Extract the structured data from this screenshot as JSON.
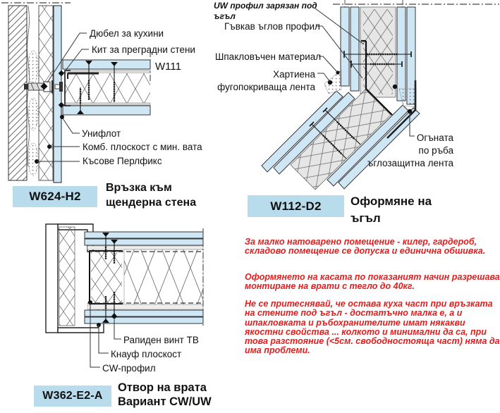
{
  "palette": {
    "board_blue": "#cfe7f5",
    "badge_blue": "#b9dcec",
    "note_red": "#e11d1d",
    "line": "#333333"
  },
  "d1": {
    "code": "W624-H2",
    "title_line1": "Връзка към",
    "title_line2": "щендерна стена",
    "labels": {
      "dowel": "Дюбел за кухини",
      "putty": "Кит за преградни стени",
      "w111": "W111",
      "uniflott": "Унифлот",
      "combo": "Комб. плоскост с мин. вата",
      "perlfix": "Късове Перлфикс"
    }
  },
  "d2": {
    "code": "W112-D2",
    "title_line1": "Оформяне на",
    "title_line2": "ъгъл",
    "labels": {
      "uw_line1": "UW профил зарязан под",
      "uw_line2": "ъгъл",
      "flex": "Гъвкав ъглов профил",
      "spackle": "Шпакловъчен материал",
      "paper_line1": "Хартиена",
      "paper_line2": "фугопокриваща лента",
      "corner_line1": "Огъната",
      "corner_line2": "по ръба",
      "corner_line3": "ъглозащитна лента"
    }
  },
  "d3": {
    "code": "W362-E2-A",
    "title_line1": "Отвор на врата",
    "title_line2": "Вариант CW/UW",
    "labels": {
      "screw": "Рапиден винт ТВ",
      "board": "Кнауф плоскост",
      "cw": "CW-профил"
    }
  },
  "notes": {
    "p1": "За малко натоварено помещение - килер, гардероб, складово помещение се допуска и единична обшивка.",
    "p2": "Оформянето на касата по показаният начин разрешава монтиране на врати с тегло до 40кг.",
    "p3": "Не се притеснявай, че остава куха част при връзката на стените под ъгъл - достатъчно малка е, а и шпакловката и ръбохранителите имат някакви якостни свойства ... колкото и минимални да са, при това разстояние (<5см. свободностояща част) няма да има проблеми."
  }
}
